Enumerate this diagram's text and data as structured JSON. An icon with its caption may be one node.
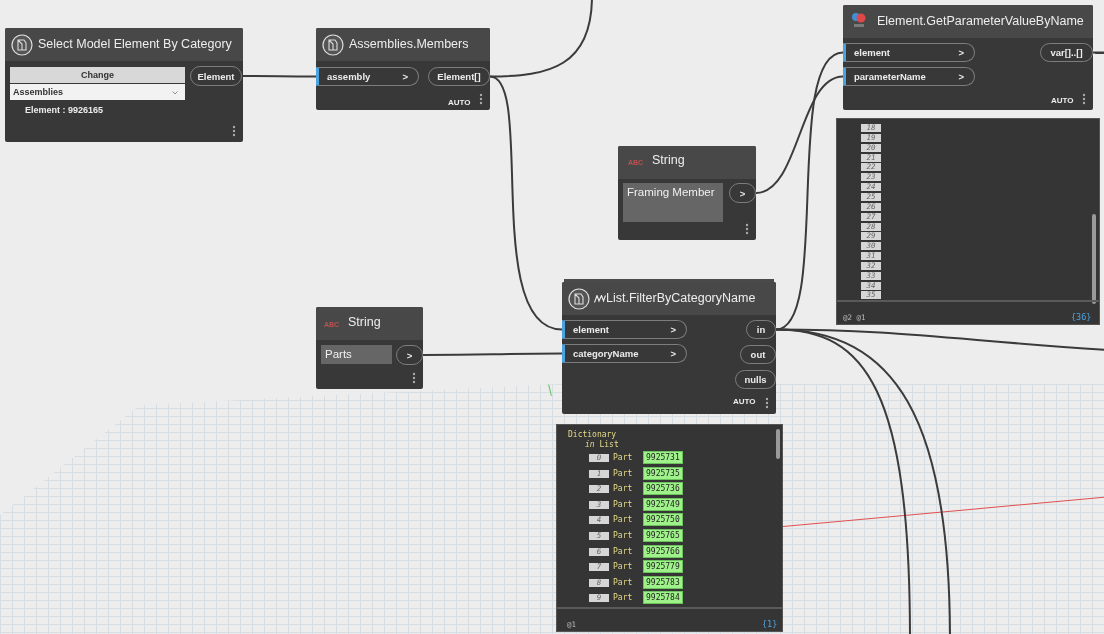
{
  "diagram": {
    "nodes": [
      {
        "text": [
          "Select Model Element By Category",
          "Change",
          "Assemblies",
          "Element : 9926165"
        ]
      },
      {
        "text": [
          "Element"
        ],
        "in": 0
      },
      {
        "text": [
          "Assemblies.Members",
          "AUTO"
        ]
      },
      {
        "text": [
          "assembly",
          ">"
        ],
        "in": 2
      },
      {
        "text": [
          "Element[]"
        ],
        "in": 2
      },
      {
        "text": [
          "Element.GetParameterValueByName",
          "AUTO"
        ]
      },
      {
        "text": [
          "element",
          ">"
        ],
        "in": 5
      },
      {
        "text": [
          "parameterName",
          ">"
        ],
        "in": 5
      },
      {
        "text": [
          "var[]..[]"
        ],
        "in": 5
      },
      {
        "text": [
          "ABC",
          "String",
          "Framing Member"
        ]
      },
      {
        "text": [
          ">"
        ],
        "in": 9
      },
      {
        "text": [
          "18",
          "19",
          "20",
          "21",
          "22",
          "23",
          "24",
          "25",
          "26",
          "27",
          "28",
          "29",
          "30",
          "31",
          "32",
          "33",
          "34",
          "35",
          "@2 @1",
          "{36}"
        ]
      },
      {
        "text": [
          "ABC",
          "String",
          "Parts"
        ]
      },
      {
        "text": [
          ">"
        ],
        "in": 12
      },
      {
        "text": [
          "List.FilterByCategoryName",
          "AUTO"
        ]
      },
      {
        "text": [
          "element",
          ">"
        ],
        "in": 14
      },
      {
        "text": [
          "categoryName",
          ">"
        ],
        "in": 14
      },
      {
        "text": [
          "in"
        ],
        "in": 14
      },
      {
        "text": [
          "out"
        ],
        "in": 14
      },
      {
        "text": [
          "nulls"
        ],
        "in": 14
      },
      {
        "text": [
          "Dictionary",
          "*in* List",
          "0",
          "Part",
          "9925731",
          "1",
          "Part",
          "9925735",
          "2",
          "Part",
          "9925736",
          "3",
          "Part",
          "9925749",
          "4",
          "Part",
          "9925750",
          "5",
          "Part",
          "9925765",
          "6",
          "Part",
          "9925766",
          "7",
          "Part",
          "9925779",
          "8",
          "Part",
          "9925783",
          "9",
          "Part",
          "9925784",
          "@1",
          "{1}"
        ]
      }
    ],
    "edges": [
      {
        "from": 1,
        "to": 3,
        "arrow": "none"
      },
      {
        "from": 4,
        "to": null,
        "arrow": "none"
      },
      {
        "from": 4,
        "to": 15,
        "arrow": "none"
      },
      {
        "from": 8,
        "to": null,
        "arrow": "none"
      },
      {
        "from": 10,
        "to": 7,
        "arrow": "none"
      },
      {
        "from": 17,
        "to": 6,
        "arrow": "none"
      },
      {
        "from": 13,
        "to": 16,
        "arrow": "none"
      },
      {
        "from": 17,
        "to": null,
        "arrow": "none"
      },
      {
        "from": 17,
        "to": null,
        "arrow": "none"
      },
      {
        "from": 17,
        "to": null,
        "arrow": "none"
      }
    ]
  }
}
